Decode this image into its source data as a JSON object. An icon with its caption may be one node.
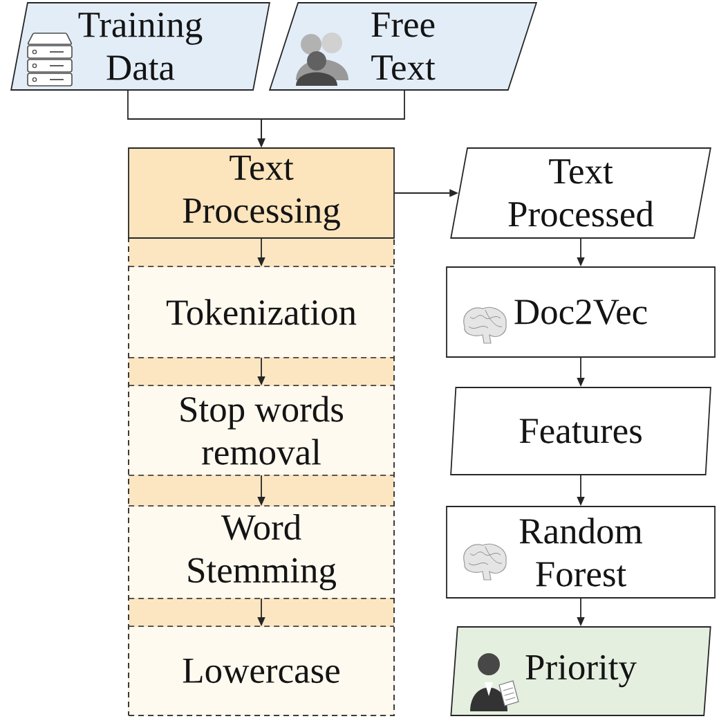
{
  "diagram": {
    "nodes": [
      {
        "text": [
          "Training Data"
        ]
      },
      {
        "text": [
          "Free Text"
        ]
      },
      {
        "text": [
          "Text Processing"
        ]
      },
      {
        "text": [],
        "shape": "box"
      },
      {
        "text": [
          "Tokenization"
        ],
        "in": 3
      },
      {
        "text": [
          "Stop words removal"
        ],
        "in": 3
      },
      {
        "text": [
          "Word Stemming"
        ],
        "in": 3
      },
      {
        "text": [
          "Lowercase"
        ],
        "in": 3
      },
      {
        "text": [
          "Text Processed"
        ]
      },
      {
        "text": [
          "Doc2Vec"
        ]
      },
      {
        "text": [
          "Features"
        ]
      },
      {
        "text": [
          "Random Forest"
        ]
      },
      {
        "text": [
          "Priority"
        ]
      }
    ],
    "edges": [
      {
        "from": 0,
        "to": 2,
        "arrow": "to"
      },
      {
        "from": 1,
        "to": 2,
        "arrow": "to"
      },
      {
        "from": 2,
        "to": 4,
        "arrow": "to"
      },
      {
        "from": 4,
        "to": 5,
        "arrow": "to"
      },
      {
        "from": 5,
        "to": 6,
        "arrow": "to"
      },
      {
        "from": 6,
        "to": 7,
        "arrow": "to"
      },
      {
        "from": 2,
        "to": 8,
        "arrow": "to"
      },
      {
        "from": 8,
        "to": 9,
        "arrow": "to"
      },
      {
        "from": 9,
        "to": 10,
        "arrow": "to"
      },
      {
        "from": 10,
        "to": 11,
        "arrow": "to"
      },
      {
        "from": 11,
        "to": 12,
        "arrow": "to"
      }
    ]
  }
}
